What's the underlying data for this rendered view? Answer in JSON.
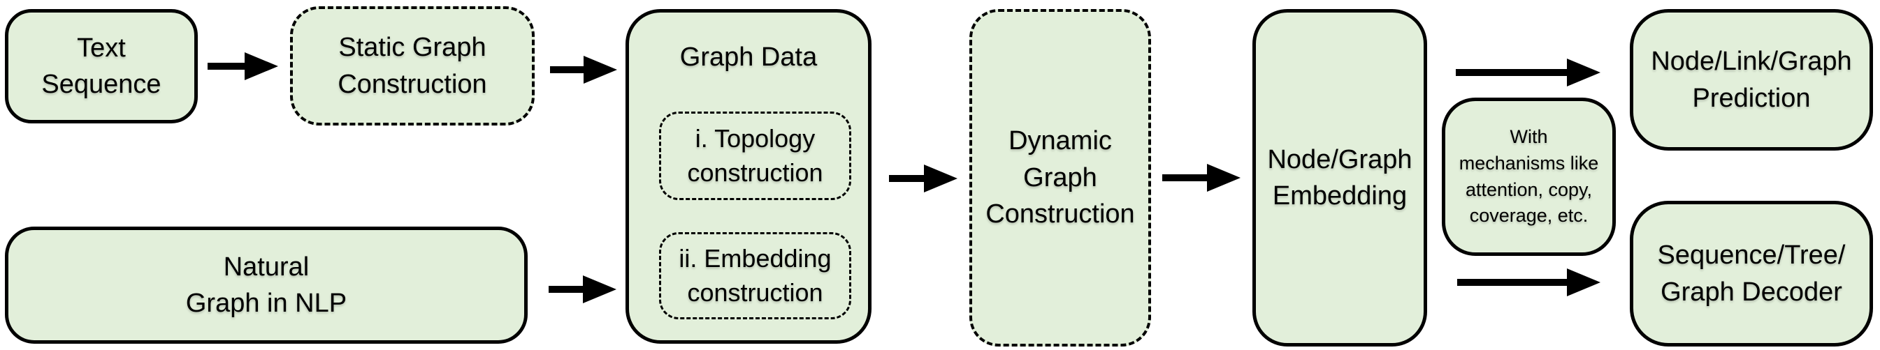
{
  "colors": {
    "background": "#ffffff",
    "node_fill": "#e2efda",
    "node_border": "#000000",
    "arrow": "#000000",
    "text": "#000000"
  },
  "nodes": {
    "text_sequence": {
      "label": "Text\nSequence",
      "border_style": "solid"
    },
    "static_graph_construction": {
      "label": "Static Graph\nConstruction",
      "border_style": "dashed"
    },
    "natural_graph_in_nlp": {
      "label": "Natural\nGraph in NLP",
      "border_style": "solid"
    },
    "graph_data": {
      "title": "Graph Data",
      "border_style": "solid",
      "children": {
        "topology_construction": {
          "label": "i. Topology\nconstruction",
          "border_style": "dashed"
        },
        "embedding_construction": {
          "label": "ii. Embedding\nconstruction",
          "border_style": "dashed"
        }
      }
    },
    "dynamic_graph_construction": {
      "label": "Dynamic\nGraph\nConstruction",
      "border_style": "dashed"
    },
    "node_graph_embedding": {
      "label": "Node/Graph\nEmbedding",
      "border_style": "solid"
    },
    "with_mechanisms": {
      "label": "With\nmechanisms like\nattention, copy,\ncoverage, etc.",
      "border_style": "solid"
    },
    "node_link_graph_prediction": {
      "label": "Node/Link/Graph\nPrediction",
      "border_style": "solid"
    },
    "sequence_tree_graph_decoder": {
      "label": "Sequence/Tree/\nGraph Decoder",
      "border_style": "solid"
    }
  },
  "edges": [
    {
      "from": "text_sequence",
      "to": "static_graph_construction"
    },
    {
      "from": "static_graph_construction",
      "to": "graph_data"
    },
    {
      "from": "natural_graph_in_nlp",
      "to": "graph_data"
    },
    {
      "from": "graph_data",
      "to": "dynamic_graph_construction"
    },
    {
      "from": "dynamic_graph_construction",
      "to": "node_graph_embedding"
    },
    {
      "from": "node_graph_embedding",
      "to": "node_link_graph_prediction"
    },
    {
      "from": "node_graph_embedding",
      "to": "sequence_tree_graph_decoder"
    }
  ]
}
